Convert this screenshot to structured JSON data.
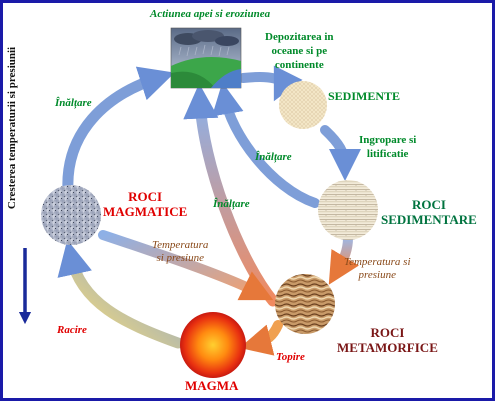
{
  "top_title": "Actiunea apei si eroziunea",
  "deposit": {
    "line1": "Depozitarea in",
    "line2": "oceane si pe",
    "line3": "continente"
  },
  "sedimente": "SEDIMENTE",
  "burial": {
    "line1": "Ingropare si",
    "line2": "litificatie"
  },
  "roci_sed": {
    "line1": "ROCI",
    "line2": "SEDIMENTARE"
  },
  "temp_pres_right": {
    "line1": "Temperatura si",
    "line2": "presiune"
  },
  "roci_met": {
    "line1": "ROCI",
    "line2": "METAMORFICE"
  },
  "topire": "Topire",
  "magma": "MAGMA",
  "racire": "Racire",
  "roci_mag": {
    "line1": "ROCI",
    "line2": "MAGMATICE"
  },
  "temp_pres_left": {
    "line1": "Temperatura",
    "line2": "si presiune"
  },
  "uplift_left": "Înălțare",
  "uplift_mid": "Înălțare",
  "uplift_center": "Înălțare",
  "side_axis": "Cresterea temperaturii si presiunii",
  "colors": {
    "frame": "#1a1aa8",
    "arrow_blue": "#7e9ed8",
    "arrow_orange": "#f0a050",
    "magma_red": "#e02000"
  }
}
